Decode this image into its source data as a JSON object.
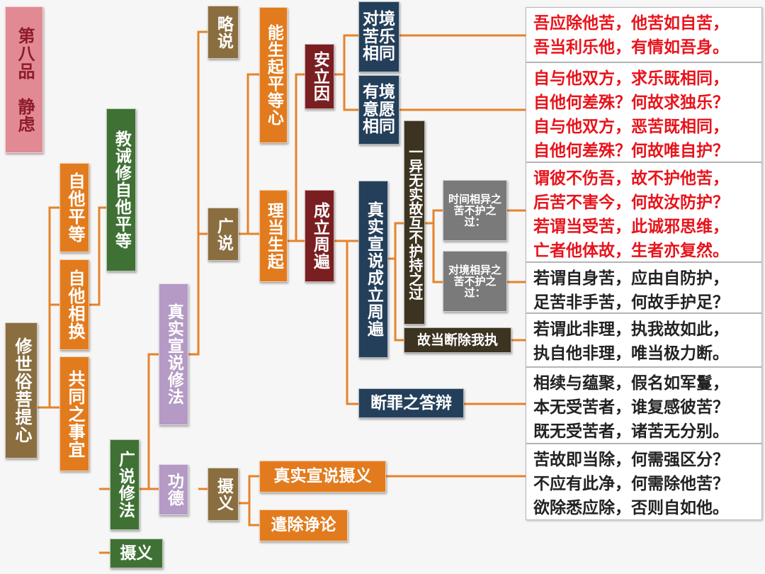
{
  "title": "第八品　静虑",
  "level1": {
    "root": "修世俗菩提心"
  },
  "level2": [
    "自他平等",
    "自他相换",
    "共同之事宜"
  ],
  "level3": [
    "教诫修自他平等",
    "广说修法",
    "摄义"
  ],
  "level4": [
    "真实宣说修法",
    "功德"
  ],
  "level5": [
    "略说",
    "广说",
    "摄义"
  ],
  "level6": [
    "能生起平等心",
    "理当生起"
  ],
  "level7": [
    "安立因",
    "成立周遍"
  ],
  "level8": [
    "对境苦乐相同",
    "有境意愿相同",
    "真实宣说成立周遍"
  ],
  "level8b": [
    "真实宣说摄义",
    "遣除诤论"
  ],
  "level9": [
    "一异无实故互不护持之过",
    "断罪之答辩"
  ],
  "level10": [
    "时间相异之苦不护之过：",
    "对境相异之苦不护之过：",
    "故当断除我执"
  ],
  "verses": [
    {
      "color": "red",
      "lines": [
        "吾应除他苦，他苦如自苦，",
        "吾当利乐他，有情如吾身。"
      ]
    },
    {
      "color": "red",
      "lines": [
        "自与他双方，求乐既相同，",
        "自他何差殊？何故求独乐？",
        "自与他双方，恶苦既相同，",
        "自他何差殊？何故唯自护？"
      ]
    },
    {
      "color": "red",
      "lines": [
        "谓彼不伤吾，故不护他苦，",
        "后苦不害今，何故汝防护？",
        "若谓当受苦，此诚邪思维，",
        "亡者他体故，生者亦复然。"
      ]
    },
    {
      "color": "black",
      "lines": [
        "若谓自身苦，应由自防护，",
        "足苦非手苦，何故手护足？"
      ]
    },
    {
      "color": "black",
      "lines": [
        "若谓此非理，执我故如此，",
        "执自他非理，唯当极力断。"
      ]
    },
    {
      "color": "black",
      "lines": [
        "相续与蕴聚，假名如军鬘，",
        "本无受苦者，谁复感彼苦？",
        "既无受苦者，诸苦无分别。"
      ]
    },
    {
      "color": "black",
      "lines": [
        "苦故即当除，何需强区分？",
        "不应有此净，何需除他苦？",
        "欲除悉应除，否则自如他。"
      ]
    }
  ],
  "colors": {
    "orange": "#e27b1e",
    "olive": "#8a6e40",
    "green": "#3f7134",
    "lavender": "#b49ac4",
    "maroon": "#7a1f21",
    "navy": "#243f5a",
    "pink": "#e18a93",
    "red_text": "#e8131b"
  }
}
